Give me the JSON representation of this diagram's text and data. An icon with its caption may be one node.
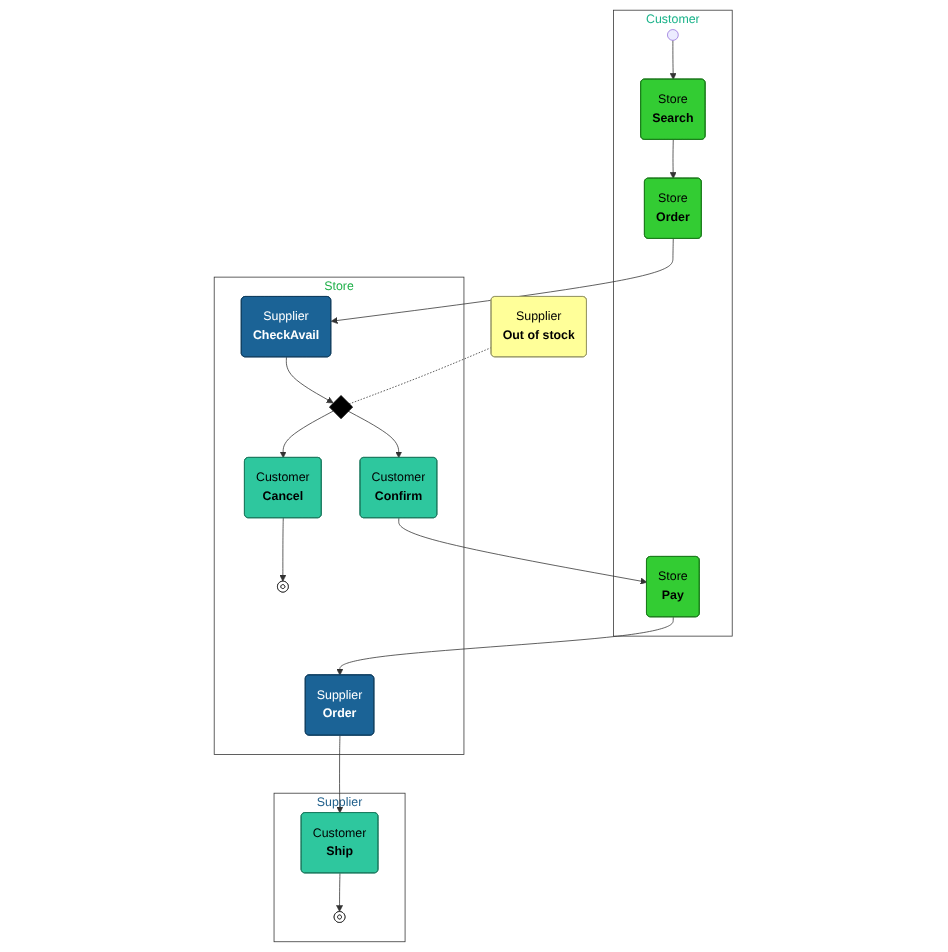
{
  "diagram": {
    "nodes": [
      {
        "text": [
          "Customer"
        ]
      },
      {
        "text": [],
        "shape": "circle",
        "in": 0
      },
      {
        "text": [
          "Store",
          "Search"
        ],
        "in": 0
      },
      {
        "text": [
          "Store",
          "Order"
        ],
        "in": 0
      },
      {
        "text": [
          "Store",
          "Pay"
        ],
        "in": 0
      },
      {
        "text": [
          "Store"
        ]
      },
      {
        "text": [
          "Supplier",
          "CheckAvail"
        ],
        "in": 5
      },
      {
        "text": [],
        "shape": "diamond",
        "in": 5
      },
      {
        "text": [
          "Customer",
          "Confirm"
        ],
        "in": 5
      },
      {
        "text": [
          "Customer",
          "Cancel"
        ],
        "in": 5
      },
      {
        "text": [],
        "shape": "bullseye",
        "in": 5
      },
      {
        "text": [
          "Supplier",
          "Order"
        ],
        "in": 5
      },
      {
        "text": [
          "Supplier"
        ]
      },
      {
        "text": [
          "Supplier",
          "Out of stock"
        ]
      },
      {
        "text": [
          "Customer",
          "Ship"
        ],
        "in": 12
      },
      {
        "text": [],
        "shape": "bullseye",
        "in": 12
      }
    ],
    "edges": [
      {
        "from": 1,
        "to": 2,
        "arrow": "to"
      },
      {
        "from": 2,
        "to": 3,
        "arrow": "to"
      },
      {
        "from": 3,
        "to": 6,
        "arrow": "to"
      },
      {
        "from": 6,
        "to": 7,
        "arrow": "to"
      },
      {
        "from": 13,
        "to": 7,
        "arrow": "none",
        "style": "dashed"
      },
      {
        "from": 7,
        "to": 8,
        "arrow": "to"
      },
      {
        "from": 7,
        "to": 9,
        "arrow": "to"
      },
      {
        "from": 8,
        "to": 4,
        "arrow": "to"
      },
      {
        "from": 9,
        "to": 10,
        "arrow": "to"
      },
      {
        "from": 4,
        "to": 11,
        "arrow": "to"
      },
      {
        "from": 11,
        "to": 14,
        "arrow": "to"
      },
      {
        "from": 14,
        "to": 15,
        "arrow": "to"
      }
    ]
  }
}
